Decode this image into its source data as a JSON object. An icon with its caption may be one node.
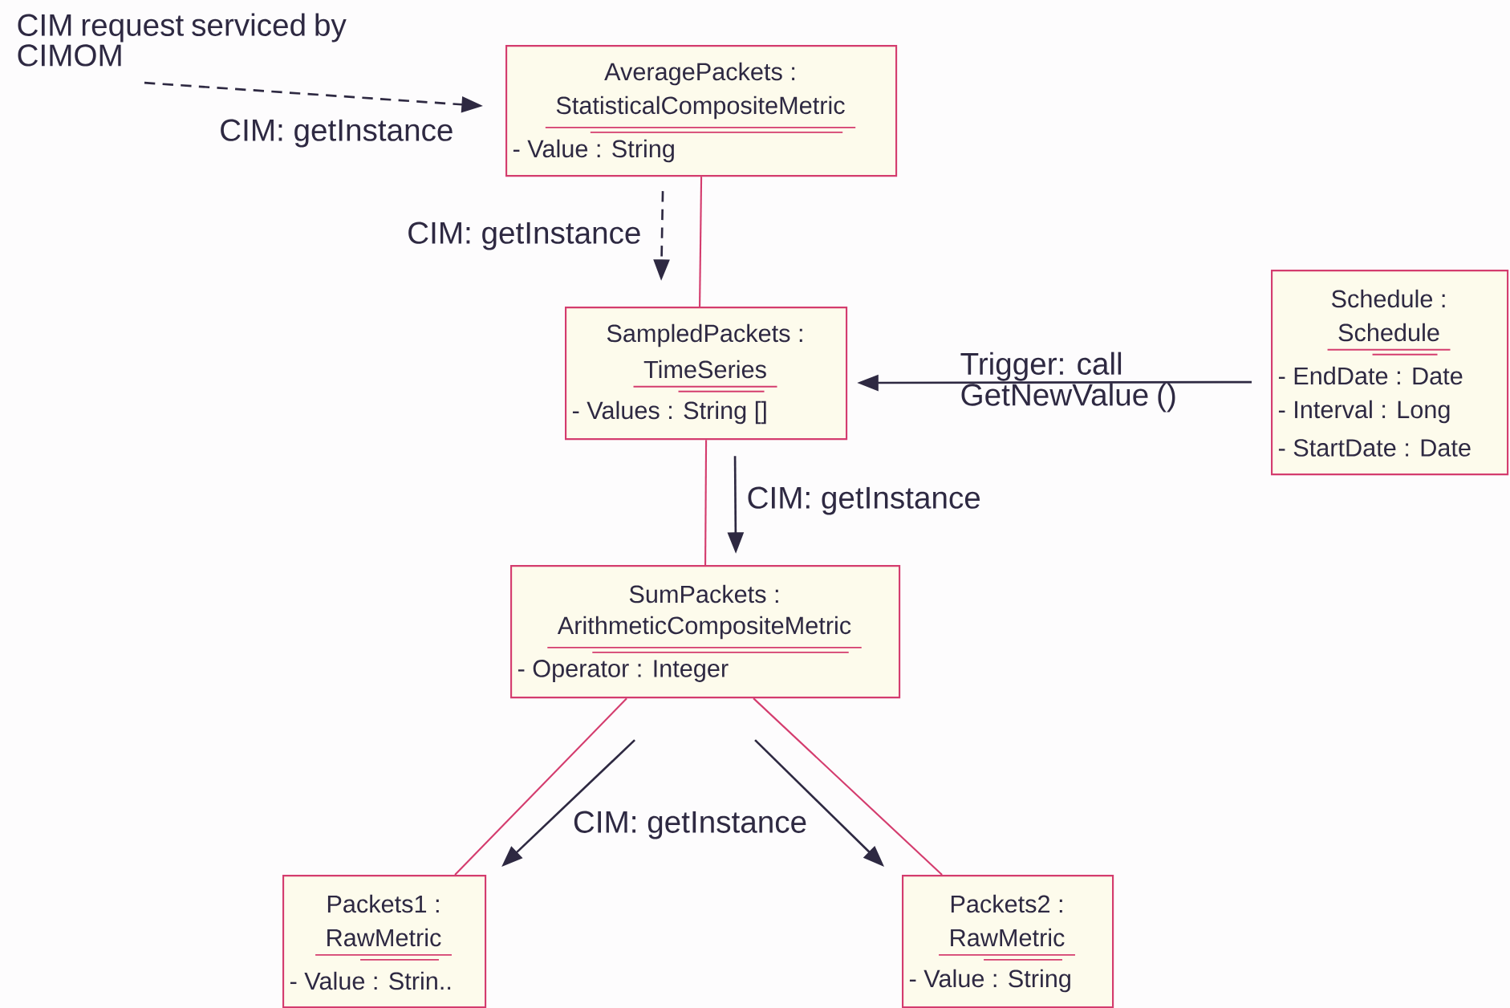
{
  "diagram": {
    "nodes": [
      {
        "text": [
          "CIM request serviced by CIMOM"
        ]
      },
      {
        "text": [
          "AveragePackets :",
          "StatisticalCompositeMetric",
          "- Value : String"
        ]
      },
      {
        "text": [
          "SampledPackets :",
          "TimeSeries",
          "- Values : String []"
        ]
      },
      {
        "text": [
          "Schedule :",
          "Schedule",
          "- EndDate : Date",
          "- Interval : Long",
          "- StartDate : Date"
        ]
      },
      {
        "text": [
          "SumPackets :",
          "ArithmeticCompositeMetric",
          "- Operator : Integer"
        ]
      },
      {
        "text": [
          "Packets1 :",
          "RawMetric",
          "- Value : Strin.."
        ]
      },
      {
        "text": [
          "Packets2 :",
          "RawMetric",
          "- Value : String"
        ]
      }
    ],
    "edges": [
      {
        "from": 1,
        "to": 2,
        "arrow": "none",
        "color": "#d43c6e"
      },
      {
        "from": 2,
        "to": 4,
        "arrow": "none",
        "color": "#d43c6e"
      },
      {
        "from": 4,
        "to": 5,
        "arrow": "none",
        "color": "#d43c6e"
      },
      {
        "from": 4,
        "to": 6,
        "arrow": "none",
        "color": "#d43c6e"
      },
      {
        "from": 0,
        "to": 1,
        "arrow": "to",
        "style": "dashed",
        "label": "CIM: getInstance"
      },
      {
        "from": 1,
        "to": 2,
        "arrow": "to",
        "style": "dashed",
        "label": "CIM: getInstance"
      },
      {
        "from": 3,
        "to": 2,
        "arrow": "to",
        "label": "Trigger: call GetNewValue ()"
      },
      {
        "from": 2,
        "to": 4,
        "arrow": "to",
        "label": "CIM: getInstance"
      },
      {
        "from": 4,
        "to": 5,
        "arrow": "to",
        "label": "CIM: getInstance"
      },
      {
        "from": 4,
        "to": 6,
        "arrow": "to"
      }
    ]
  }
}
